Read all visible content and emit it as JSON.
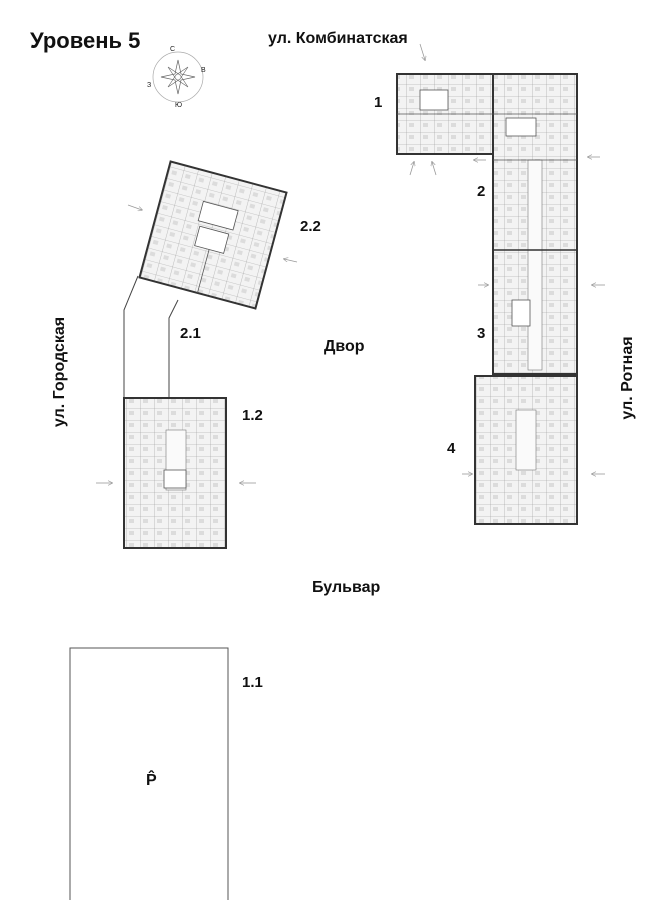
{
  "title": "Уровень 5",
  "streets": {
    "top": "ул. Комбинатская",
    "left": "ул. Городская",
    "right": "ул. Ротная",
    "bottom": "Бульвар"
  },
  "courtyard": "Двор",
  "sections": {
    "s1": "1",
    "s2": "2",
    "s3": "3",
    "s4": "4",
    "s21": "2.1",
    "s22": "2.2",
    "s12": "1.2",
    "s11": "1.1"
  },
  "compass": {
    "n": "С",
    "e": "В",
    "s": "Ю",
    "w": "З"
  },
  "parking": "P̂",
  "colors": {
    "wall": "#333333",
    "fill": "#f2f2f2",
    "room": "#e4e4e4"
  }
}
